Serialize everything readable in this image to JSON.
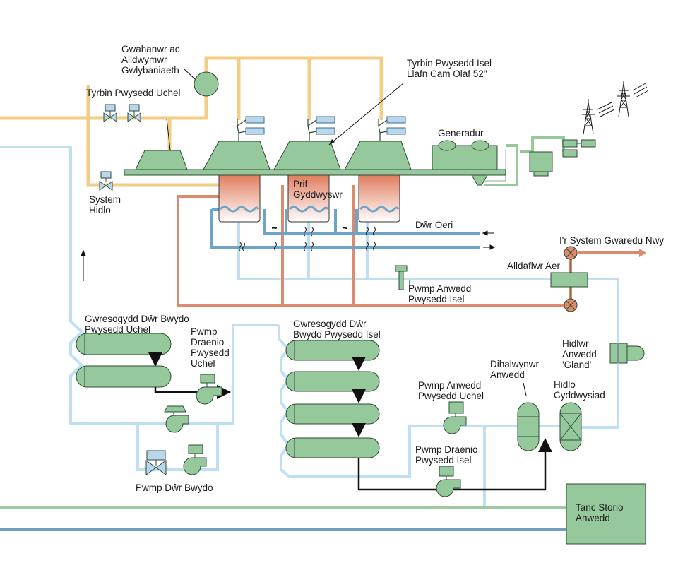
{
  "labels": {
    "moisture_separator": "Gwahanwr ac\nAildwymwr\nGwlybaniaeth",
    "hp_turbine": "Tyrbin Pwysedd Uchel",
    "lp_turbine": "Tyrbin Pwysedd Isel\nLlafn Cam Olaf 52\"",
    "generator": "Generadur",
    "filter_system": "System\nHidlo",
    "main_condenser": "Prif\nGyddwyswr",
    "cooling_water": "Dŵr Oeri",
    "exhaust_system": "I'r System Gwaredu Nwy",
    "air_ejector": "Alldaflwr Aer",
    "lp_condensate_pump": "Pwmp Anwedd\nPwysedd Isel",
    "hp_feedwater_heater": "Gwresogydd Dŵr Bwydo\nPwysedd Uchel",
    "hp_drain_pump": "Pwmp\nDraenio\nPwysedd\nUchel",
    "lp_feedwater_heater": "Gwresogydd Dŵr\nBwydo Pwysedd Isel",
    "gland_condenser": "Hidlwr\nAnwedd\n'Gland'",
    "deaerator": "Dihalwynwr\nAnwedd",
    "condensate_filter": "Hidlo\nCyddwysiad",
    "hp_condensate_pump": "Pwmp Anwedd\nPwysedd Uchel",
    "lp_drain_pump": "Pwmp Draenio\nPwysedd Isel",
    "feedwater_pump": "Pwmp Dŵr Bwydo",
    "storage_tank": "Tanc Storio\nAnwedd"
  },
  "colors": {
    "steam": "#f3cd86",
    "feedwater": "#bfe0f2",
    "cooling": "#6ca5c9",
    "drain": "#de8a6e",
    "equipment": "#95c99c",
    "equipment_stroke": "#2d4a33",
    "valve": "#b8d7ee",
    "bottom_green": "#9fc89f",
    "bottom_blue": "#6f9fbd"
  }
}
